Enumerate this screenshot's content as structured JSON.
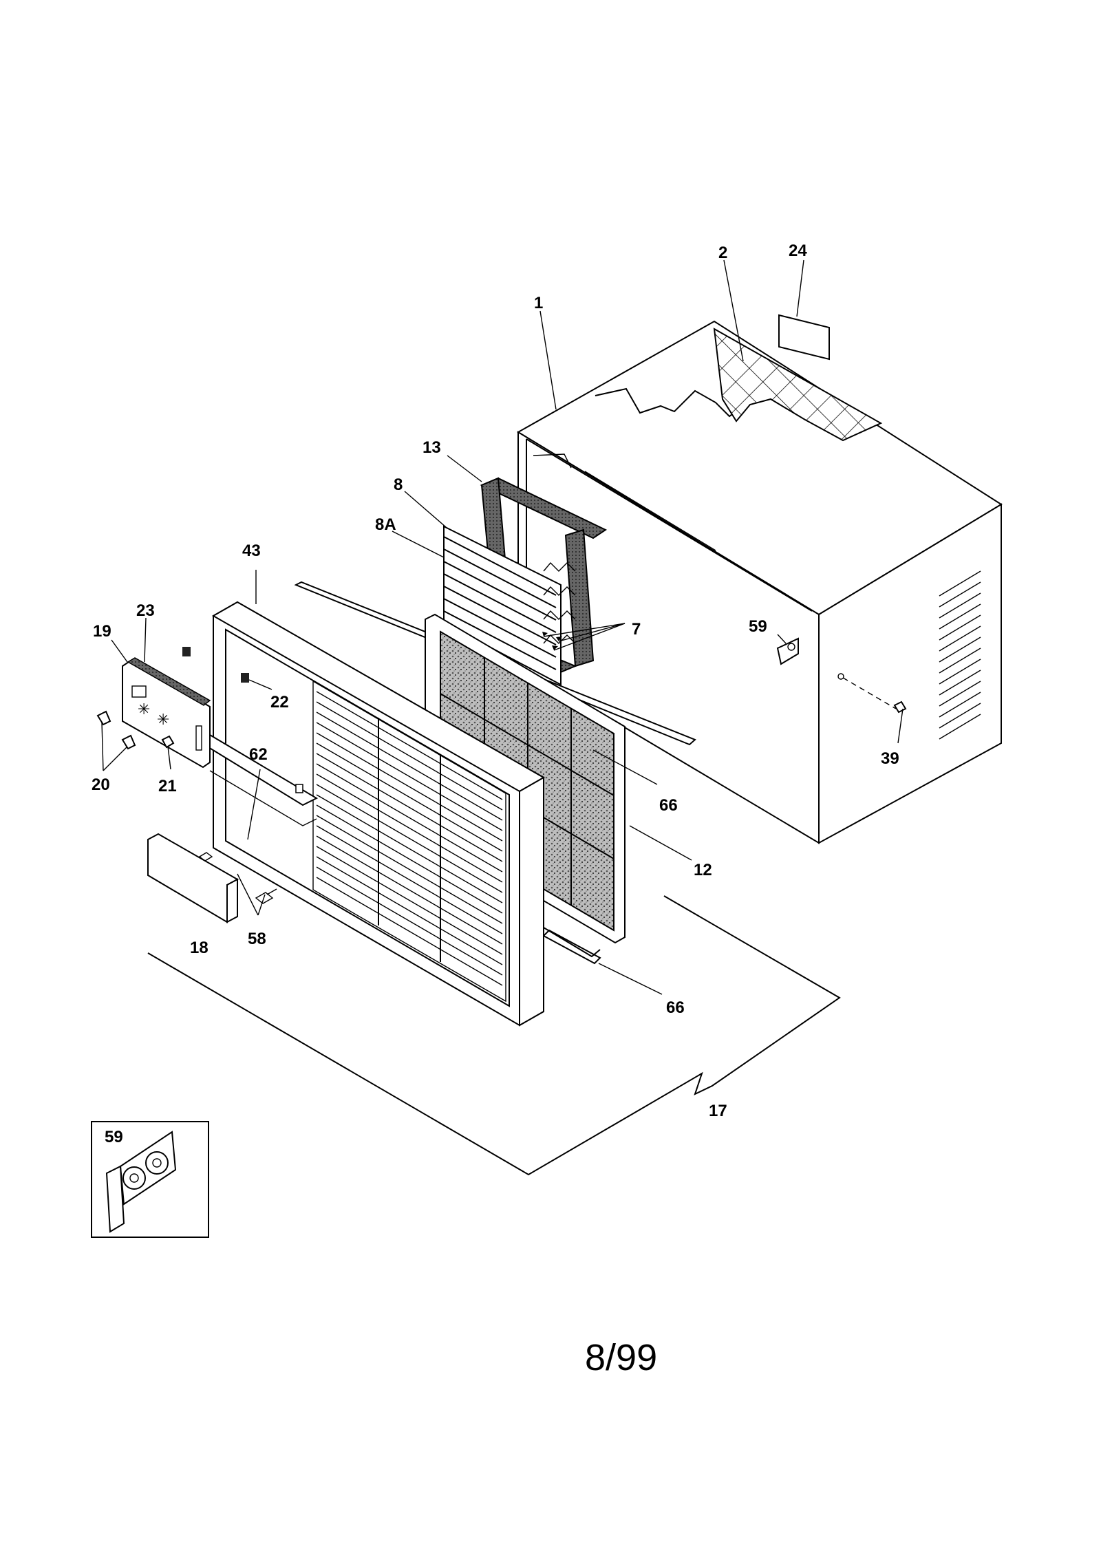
{
  "callouts": {
    "c1": "1",
    "c2": "2",
    "c24": "24",
    "c13": "13",
    "c8": "8",
    "c8a": "8A",
    "c43": "43",
    "c23": "23",
    "c19": "19",
    "c7": "7",
    "c59": "59",
    "c22": "22",
    "c62": "62",
    "c21": "21",
    "c20": "20",
    "c66a": "66",
    "c39": "39",
    "c12": "12",
    "c18": "18",
    "c58": "58",
    "c66b": "66",
    "c17": "17",
    "c59_inset": "59"
  },
  "footer": {
    "page_number": "8/99"
  }
}
